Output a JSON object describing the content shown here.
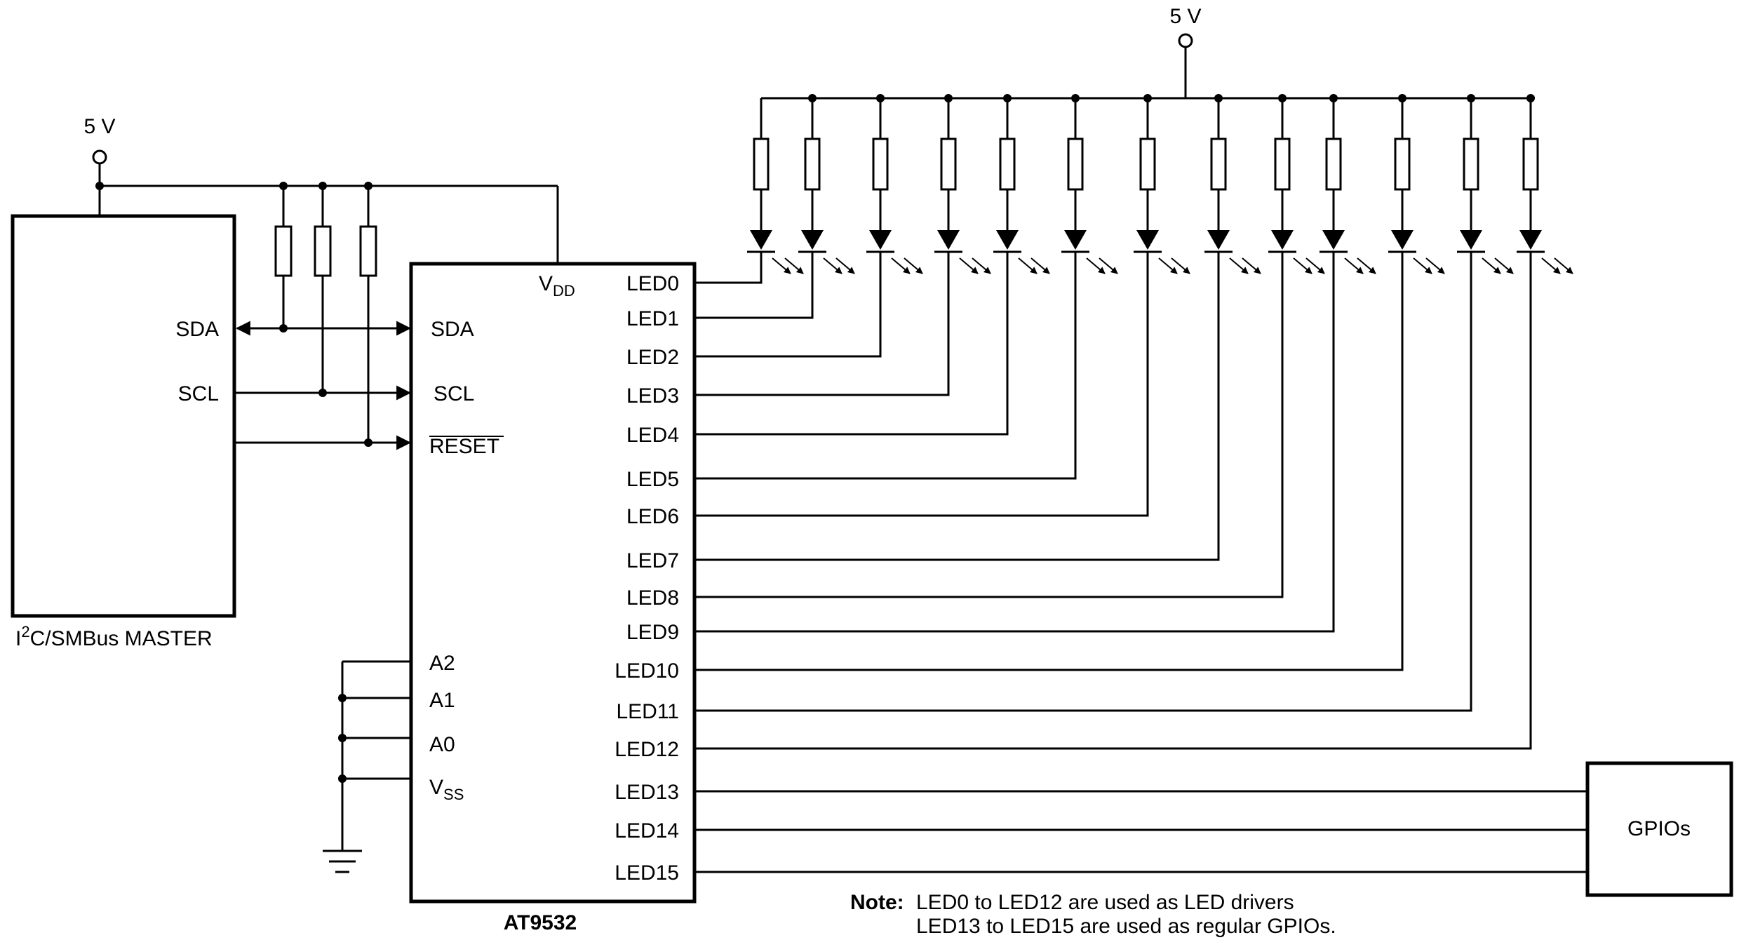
{
  "supply_label": "5 V",
  "master": {
    "title_prefix": "I",
    "title_sup": "2",
    "title_rest": "C/SMBus MASTER",
    "sda": "SDA",
    "scl": "SCL"
  },
  "chip": {
    "name": "AT9532",
    "vdd_main": "V",
    "vdd_sub": "DD",
    "vss_main": "V",
    "vss_sub": "SS",
    "sda": "SDA",
    "scl": "SCL",
    "reset": "RESET",
    "a2": "A2",
    "a1": "A1",
    "a0": "A0",
    "leds": [
      "LED0",
      "LED1",
      "LED2",
      "LED3",
      "LED4",
      "LED5",
      "LED6",
      "LED7",
      "LED8",
      "LED9",
      "LED10",
      "LED11",
      "LED12",
      "LED13",
      "LED14",
      "LED15"
    ]
  },
  "gpio_label": "GPIOs",
  "note": {
    "label": "Note:",
    "line1": "LED0 to LED12 are used as LED drivers",
    "line2": "LED13 to LED15 are used as regular GPIOs."
  }
}
